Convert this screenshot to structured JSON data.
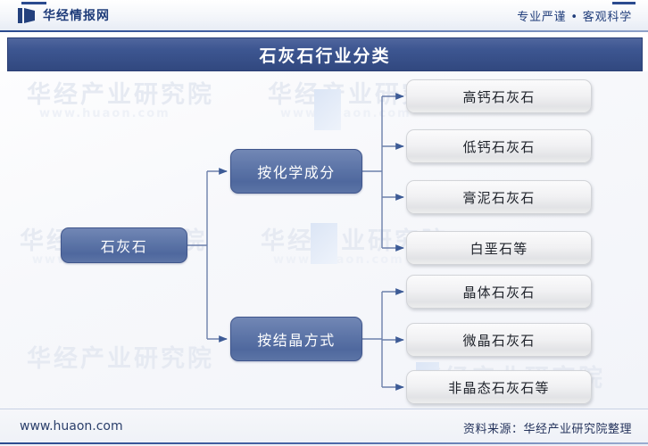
{
  "header": {
    "brand": "华经情报网",
    "brand_icon": "book-icon",
    "tagline": "专业严谨 • 客观科学",
    "accent_color": "#2b4b8f"
  },
  "title_bar": {
    "title": "石灰石行业分类",
    "background_color": "#3d5691",
    "text_color": "#ffffff"
  },
  "diagram": {
    "type": "tree",
    "orientation": "left-to-right",
    "node_colors": {
      "level1": "#5f77a9",
      "level2": "#5f77a9",
      "leaf": "#f1f1f3",
      "connector": "#54699b"
    },
    "root": {
      "label": "石灰石"
    },
    "branches": [
      {
        "label": "按化学成分",
        "children": [
          {
            "label": "高钙石灰石"
          },
          {
            "label": "低钙石灰石"
          },
          {
            "label": "膏泥石灰石"
          },
          {
            "label": "白垩石等"
          }
        ]
      },
      {
        "label": "按结晶方式",
        "children": [
          {
            "label": "晶体石灰石"
          },
          {
            "label": "微晶石灰石"
          },
          {
            "label": "非晶态石灰石等"
          }
        ]
      }
    ]
  },
  "watermarks": {
    "brand": "华经产业研究院",
    "site": "www.huaon.com"
  },
  "footer": {
    "left": "www.huaon.com",
    "right": "资料来源：华经产业研究院整理"
  }
}
